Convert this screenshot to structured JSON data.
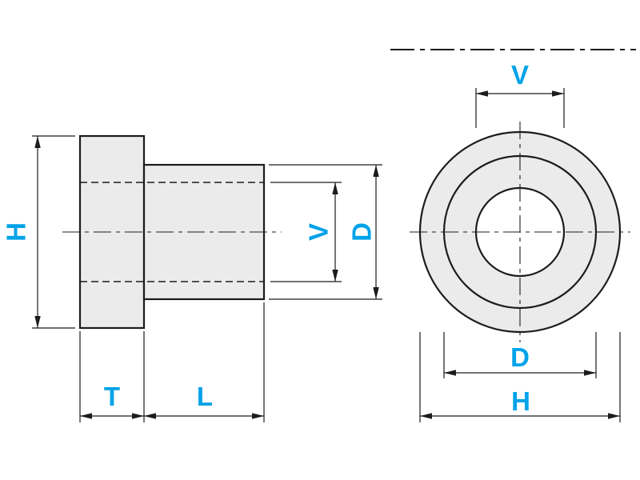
{
  "drawing": {
    "colors": {
      "background": "#ffffff",
      "lines": "#1c1c1c",
      "part_fill": "#ebebeb",
      "label_accent": "#00a2e8"
    },
    "side_view": {
      "height_label": "H",
      "thickness_label": "T",
      "length_label": "L",
      "bore_label": "V",
      "diameter_label": "D"
    },
    "front_view": {
      "bore_label": "V",
      "diameter_label": "D",
      "outer_label": "H"
    }
  }
}
